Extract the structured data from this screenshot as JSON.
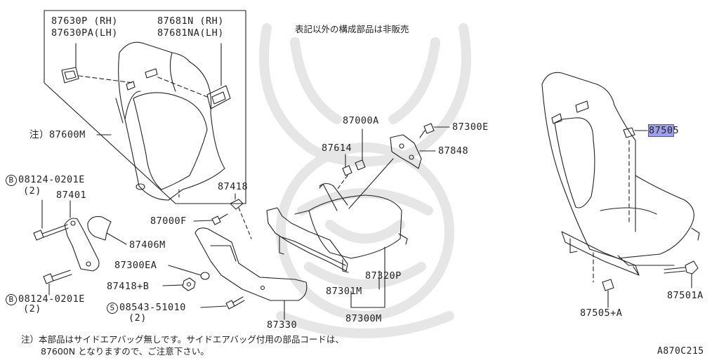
{
  "diagram": {
    "note_top": "表記以外の構成部品は非販売",
    "diagram_code": "A870C215",
    "footnote": {
      "line1": "注）本部品はサイドエアバッグ無しです。サイドエアバッグ付用の部品コードは、",
      "line2": "87600N となりますので、ご注意下さい。"
    },
    "colors": {
      "line": "#222222",
      "highlight": "#9f9ff0",
      "watermark": "#e4e4e4"
    },
    "parts": {
      "p87630P": "87630P (RH)",
      "p87630PA": "87630PA(LH)",
      "p87681N": "87681N (RH)",
      "p87681NA": "87681NA(LH)",
      "p87600M": "注）87600M",
      "bolt_top_letter": "B",
      "bolt_top_num": "08124-0201E",
      "bolt_top_qty": "(2)",
      "p87401": "87401",
      "p87406M": "87406M",
      "bolt_bot_letter": "B",
      "bolt_bot_num": "08124-0201E",
      "bolt_bot_qty": "(2)",
      "p87300EA": "87300EA",
      "p87418B": "87418+B",
      "screw_letter": "S",
      "screw_num": "08543-51010",
      "screw_qty": "(2)",
      "p87330": "87330",
      "p87000F": "87000F",
      "p87418": "87418",
      "p87000A": "87000A",
      "p87614": "87614",
      "p87300E": "87300E",
      "p87848": "87848",
      "p87320P": "87320P",
      "p87301M": "87301M",
      "p87300M": "87300M",
      "p87505_a": "8750",
      "p87505_b": "5",
      "p87501A": "87501A",
      "p87505A": "87505+A"
    }
  }
}
